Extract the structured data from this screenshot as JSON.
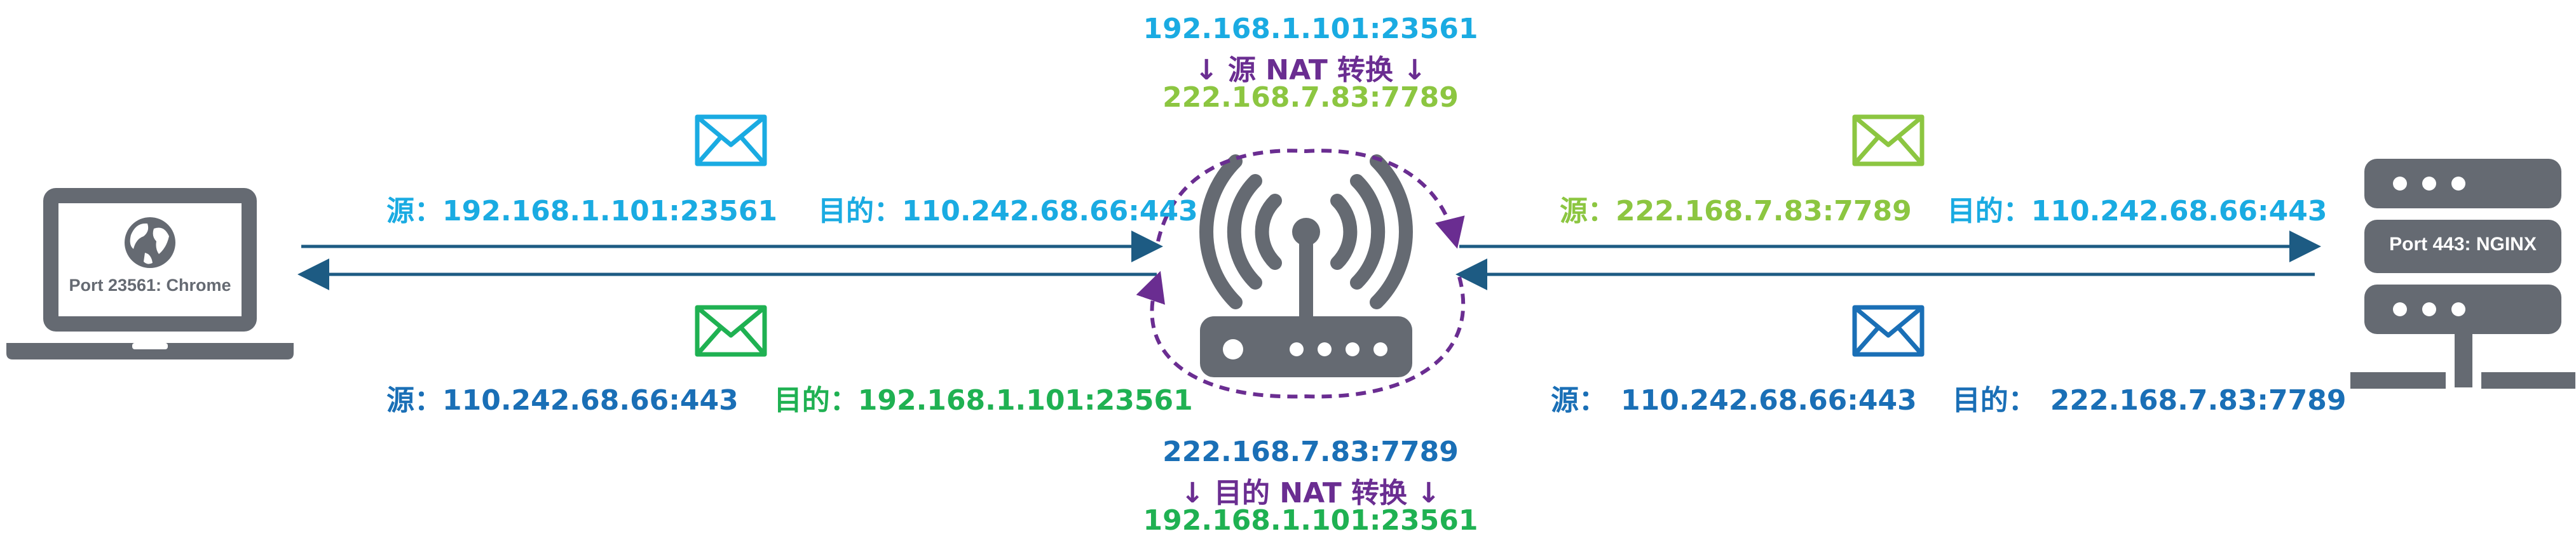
{
  "colors": {
    "cyan": "#1aabe2",
    "blue": "#1a6fb6",
    "light_green": "#8cc641",
    "green": "#1fb152",
    "purple": "#6a2d91",
    "arrow": "#1d5b83",
    "device": "#656a72"
  },
  "nat": {
    "top": {
      "before": "192.168.1.101:23561",
      "label": "↓ 源 NAT 转换 ↓",
      "after": "222.168.7.83:7789"
    },
    "bottom": {
      "before": "222.168.7.83:7789",
      "label": "↓ 目的 NAT 转换 ↓",
      "after": "192.168.1.101:23561"
    }
  },
  "packets": {
    "left_outbound": {
      "icon": "envelope-icon",
      "src_label": "源：",
      "src_value": "192.168.1.101:23561",
      "dst_label": "目的：",
      "dst_value": "110.242.68.66:443"
    },
    "left_inbound": {
      "icon": "envelope-icon",
      "src_label": "源：",
      "src_value": "110.242.68.66:443",
      "dst_label": "目的：",
      "dst_value": "192.168.1.101:23561"
    },
    "right_outbound": {
      "icon": "envelope-icon",
      "src_label": "源：",
      "src_value": "222.168.7.83:7789",
      "dst_label": "目的：",
      "dst_value": "110.242.68.66:443"
    },
    "right_inbound": {
      "icon": "envelope-icon",
      "src_label": "源：",
      "src_value": "110.242.68.66:443",
      "dst_label": "目的：",
      "dst_value": "222.168.7.83:7789"
    }
  },
  "devices": {
    "client": {
      "icon": "laptop-icon",
      "label": "Port 23561: Chrome"
    },
    "router": {
      "icon": "router-icon"
    },
    "server": {
      "icon": "server-icon",
      "label": "Port 443: NGINX"
    }
  }
}
